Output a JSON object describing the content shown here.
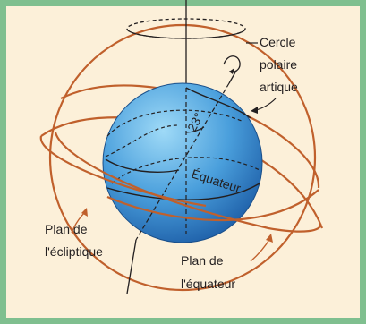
{
  "colors": {
    "frame": "#7fbf8f",
    "background": "#fcf0d9",
    "orbit": "#c0602c",
    "sphere_light": "#8ed0f2",
    "sphere_dark": "#1e6bb5",
    "line": "#231f20"
  },
  "labels": {
    "polar_circle": [
      "Cercle",
      "polaire",
      "artique"
    ],
    "angle": "23°",
    "equator": "Équateur",
    "ecliptic_plane": [
      "Plan de",
      "l'écliptique"
    ],
    "equator_plane": [
      "Plan de",
      "l'équateur"
    ]
  }
}
